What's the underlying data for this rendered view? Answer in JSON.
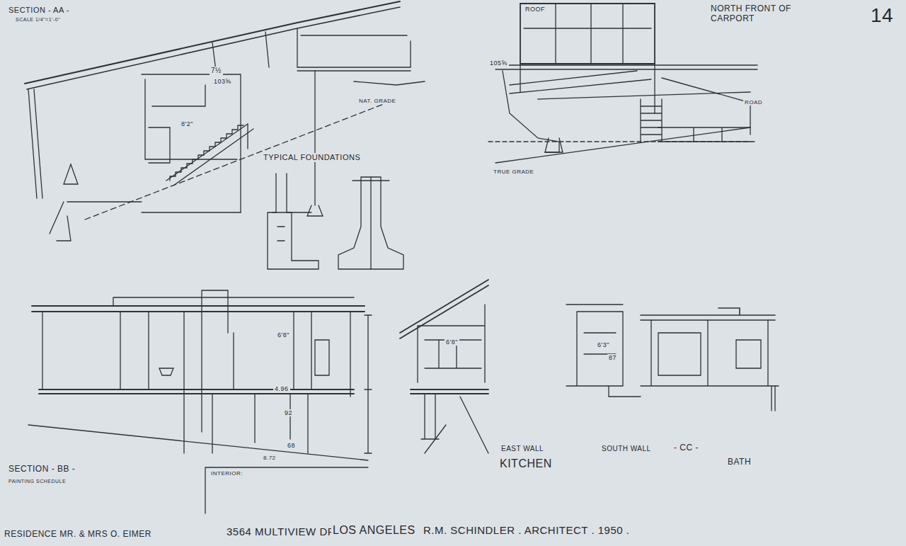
{
  "diagram": {
    "labels": [
      "SECTION - AA -",
      "SCALE 1/4\"=1'-0\"",
      "7½",
      "103⅝",
      "8'2\"",
      "TYPICAL FOUNDATIONS",
      "NAT. GRADE",
      "NORTH FRONT OF CARPORT",
      "14",
      "ROOF",
      "105⅝",
      "ROAD",
      "TRUE GRADE",
      "6'8\"",
      "4.96",
      "92",
      "68",
      "8.72",
      "6'8\"",
      "6'3\"",
      "87",
      "EAST WALL",
      "SOUTH WALL",
      "KITCHEN",
      "- CC -",
      "BATH",
      "SECTION - BB -",
      "PAINTING SCHEDULE",
      "INTERIOR:",
      "RESIDENCE MR. & MRS O. EIMER",
      "3564 MULTIVIEW DR.",
      "LOS ANGELES",
      "R.M. SCHINDLER . ARCHITECT . 1950 ."
    ]
  }
}
